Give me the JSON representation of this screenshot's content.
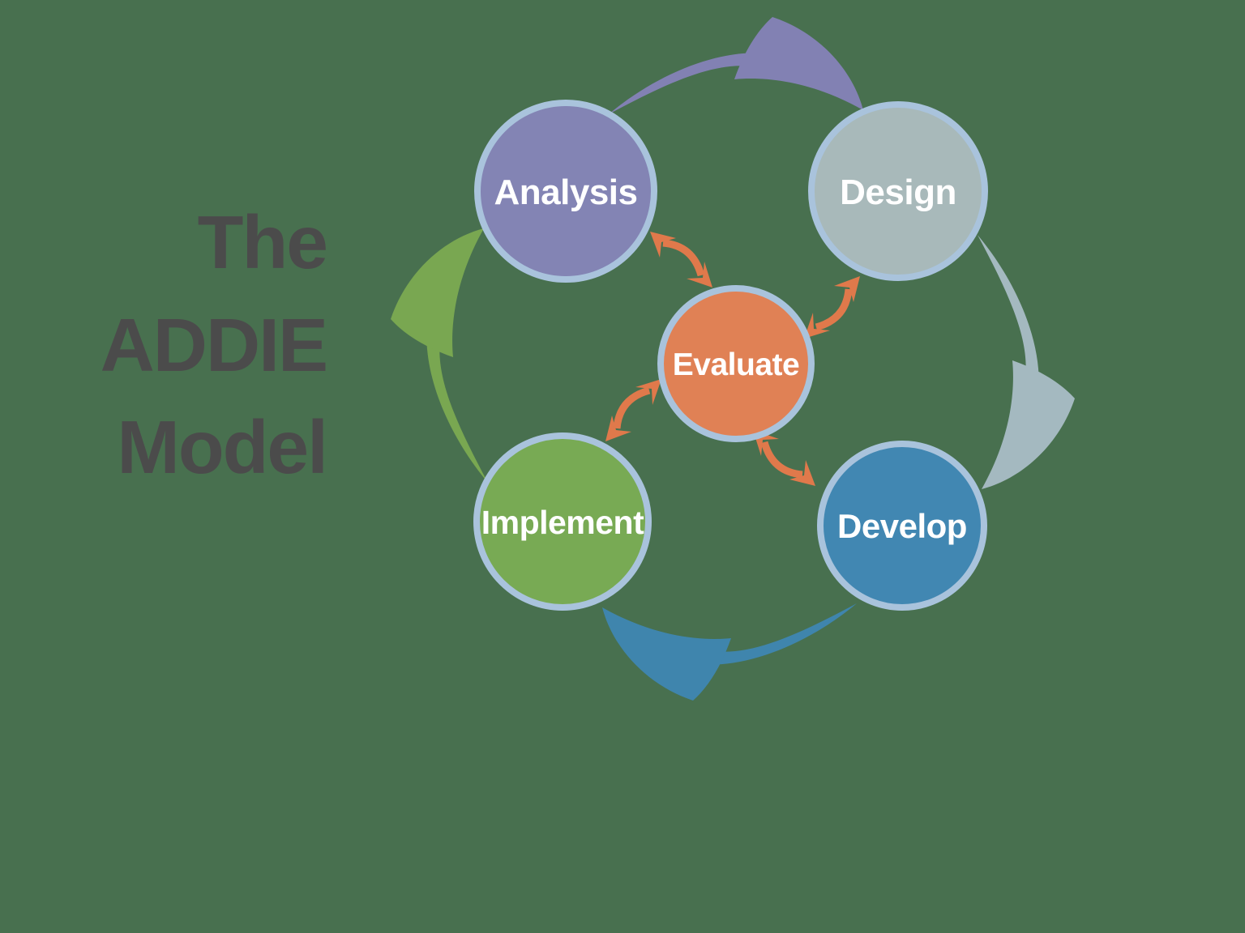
{
  "background_color": "#48704f",
  "title": {
    "lines": [
      "The",
      "ADDIE",
      "Model"
    ],
    "color": "#4b4b4b"
  },
  "diagram": {
    "border_color": "#a9c3dc",
    "label_color": "#ffffff",
    "center_node": {
      "label": "Evaluate",
      "fill": "#e08155",
      "position": "center"
    },
    "outer_nodes": [
      {
        "label": "Analysis",
        "fill": "#8384b4",
        "position": "top-left"
      },
      {
        "label": "Design",
        "fill": "#a8b9ba",
        "position": "top-right"
      },
      {
        "label": "Develop",
        "fill": "#4187b2",
        "position": "bottom-right"
      },
      {
        "label": "Implement",
        "fill": "#78aa54",
        "position": "bottom-left"
      }
    ],
    "cycle_arrows": [
      {
        "from": "Analysis",
        "to": "Design",
        "color": "#8281b3"
      },
      {
        "from": "Design",
        "to": "Develop",
        "color": "#a4b9c0"
      },
      {
        "from": "Develop",
        "to": "Implement",
        "color": "#3f85ad"
      },
      {
        "from": "Implement",
        "to": "Analysis",
        "color": "#79a751"
      }
    ],
    "feedback_arrows": [
      {
        "between": [
          "Evaluate",
          "Analysis"
        ],
        "color": "#e0794b",
        "bidirectional": true
      },
      {
        "between": [
          "Evaluate",
          "Design"
        ],
        "color": "#e0794b",
        "bidirectional": true
      },
      {
        "between": [
          "Evaluate",
          "Develop"
        ],
        "color": "#e0794b",
        "bidirectional": true
      },
      {
        "between": [
          "Evaluate",
          "Implement"
        ],
        "color": "#e0794b",
        "bidirectional": true
      }
    ]
  }
}
